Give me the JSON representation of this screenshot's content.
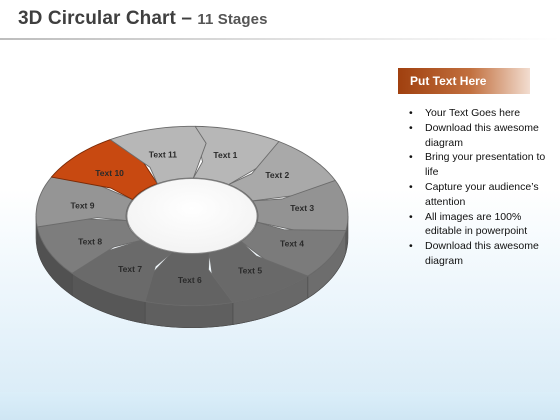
{
  "title": {
    "main": "3D Circular Chart",
    "dash": " – ",
    "sub": "11 Stages"
  },
  "panel": {
    "header": "Put Text Here",
    "bullets": [
      "Your Text Goes here",
      "Download this awesome diagram",
      "Bring your presentation to life",
      "Capture your audience’s attention",
      "All images are 100% editable in powerpoint",
      "Download this awesome diagram"
    ]
  },
  "diagram": {
    "highlight_color": "#b5420f",
    "segment_color": "#9a9a9a",
    "stages": [
      {
        "label": "Text 1",
        "highlight": false
      },
      {
        "label": "Text 2",
        "highlight": false
      },
      {
        "label": "Text 3",
        "highlight": false
      },
      {
        "label": "Text 4",
        "highlight": false
      },
      {
        "label": "Text 5",
        "highlight": false
      },
      {
        "label": "Text 6",
        "highlight": false
      },
      {
        "label": "Text 7",
        "highlight": false
      },
      {
        "label": "Text 8",
        "highlight": false
      },
      {
        "label": "Text 9",
        "highlight": false
      },
      {
        "label": "Text 10",
        "highlight": true
      },
      {
        "label": "Text 11",
        "highlight": false
      }
    ]
  }
}
